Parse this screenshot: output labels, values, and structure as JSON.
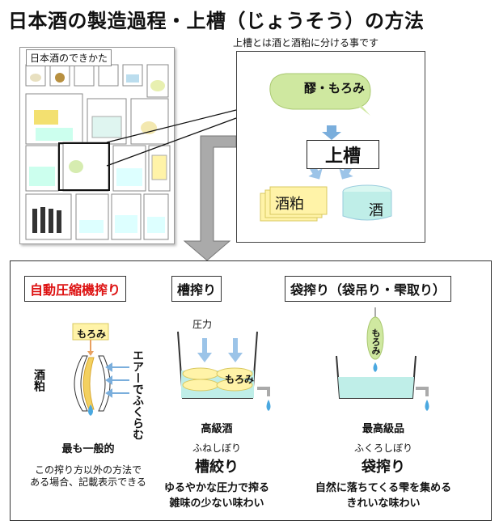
{
  "title": "日本酒の製造過程・上槽（じょうそう）の方法",
  "subtitle": "上槽とは酒と酒粕に分ける事です",
  "mini_doc": {
    "heading": "日本酒のできかた"
  },
  "flow": {
    "moromi": "醪・もろみ",
    "jousou": "上槽",
    "sakekasu": "酒粕",
    "sake": "酒"
  },
  "methods": [
    {
      "heading": "自動圧縮機搾り",
      "label_moromi": "もろみ",
      "label_kasu": "酒粕",
      "label_air": "エアーでふくらむ",
      "caption": "最も一般的",
      "note_1": "この搾り方以外の方法で",
      "note_2": "ある場合、記載表示できる"
    },
    {
      "heading": "槽搾り",
      "label_pressure": "圧力",
      "label_moromi": "もろみ",
      "grade": "高級酒",
      "reading": "ふねしぼり",
      "name": "槽絞り",
      "desc_1": "ゆるやかな圧力で搾る",
      "desc_2": "雑味の少ない味わい"
    },
    {
      "heading": "袋搾り（袋吊り・雫取り）",
      "label_moromi": "もろみ",
      "grade": "最高級品",
      "reading": "ふくろしぼり",
      "name": "袋搾り",
      "desc_1": "自然に落ちてくる雫を集める",
      "desc_2": "きれいな味わい"
    }
  ],
  "colors": {
    "accent_red": "#d11111",
    "moromi_green": "#cfe8a0",
    "kasu_yellow": "#fff3a8",
    "sake_blue": "#bfeee8"
  }
}
